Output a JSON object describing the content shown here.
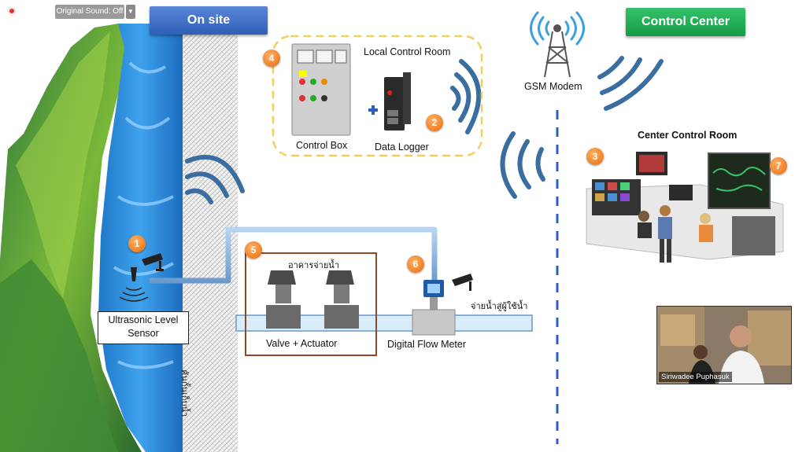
{
  "meeting_toolbar": {
    "sound_button_label": "Original Sound: Off",
    "sound_dropdown_icon": "chevron-down-icon"
  },
  "banners": {
    "on_site": "On site",
    "control_center": "Control Center"
  },
  "labels": {
    "local_control_room": "Local Control Room",
    "control_box": "Control Box",
    "data_logger": "Data Logger",
    "gsm_modem": "GSM Modem",
    "center_control_room": "Center Control Room",
    "ultrasonic_sensor": "Ultrasonic Level Sensor",
    "valve_actuator": "Valve + Actuator",
    "digital_flow_meter": "Digital Flow Meter",
    "distribution_building_thai": "อาคารจ่ายน้ำ",
    "supply_to_users_thai": "จ่ายน้ำสู่ผู้ใช้น้ำ",
    "embankment_thai": "คันกั้นเก็บน้ำ"
  },
  "badges": {
    "b1": "1",
    "b2": "2",
    "b3": "3",
    "b4": "4",
    "b5": "5",
    "b6": "6",
    "b7": "7"
  },
  "participant": {
    "name": "Siriwadee Puphasuk"
  },
  "colors": {
    "banner_blue": "#2f5fb8",
    "banner_green": "#169a45",
    "badge_orange": "#e86a0c",
    "signal_blue": "#3a6ea0",
    "pipe_blue": "#8ab4e0",
    "dashed_line": "#2f5fb8",
    "local_room_border": "#f0d060",
    "valve_box_border": "#8b4a2a"
  }
}
